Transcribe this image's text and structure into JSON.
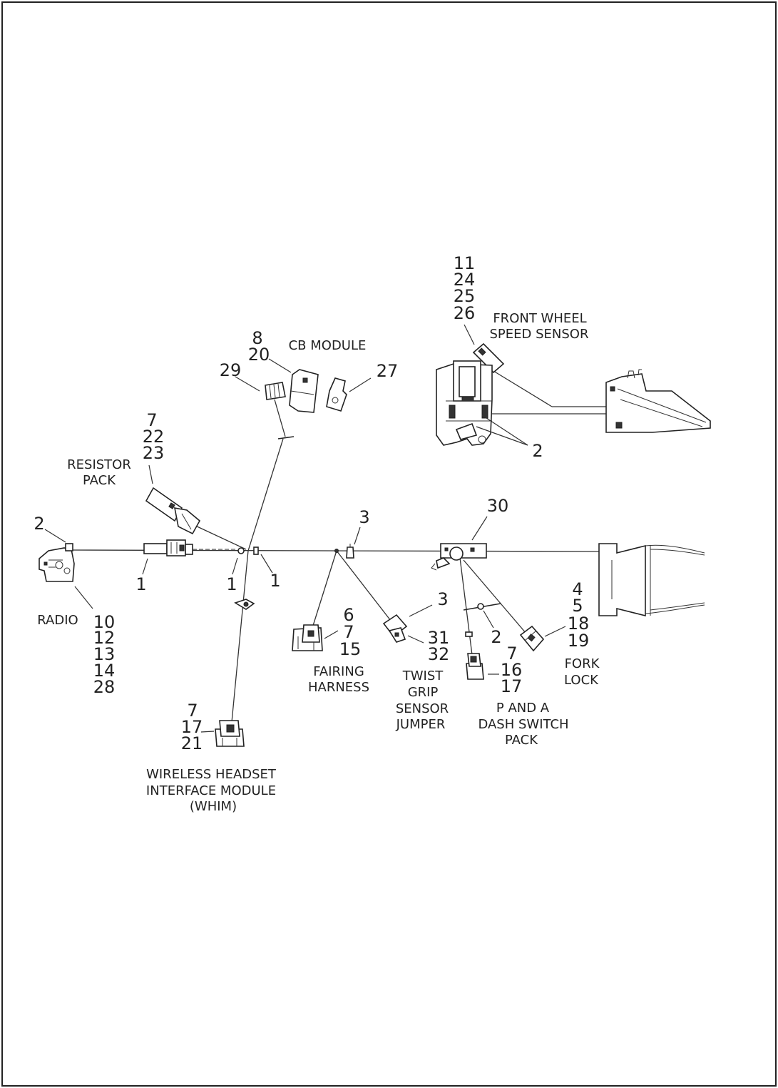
{
  "diagram": {
    "callouts": {
      "front_wheel_speed_sensor_nums": [
        "11",
        "24",
        "25",
        "26"
      ],
      "cb_module_nums": [
        "8",
        "20"
      ],
      "cb_left_num": "29",
      "cb_right_num": "27",
      "resistor_pack_nums": [
        "7",
        "22",
        "23"
      ],
      "radio_top_num": "2",
      "radio_nums": [
        "10",
        "12",
        "13",
        "14",
        "28"
      ],
      "clip_1a": "1",
      "clip_1b": "1",
      "clip_1c": "1",
      "clip_3_top": "3",
      "clip_3_twist": "3",
      "clip_30": "30",
      "sensor_2": "2",
      "fairing_harness_nums": [
        "6",
        "7",
        "15"
      ],
      "twist_grip_nums": [
        "31",
        "32"
      ],
      "strap_2": "2",
      "dash_switch_nums": [
        "7",
        "16",
        "17"
      ],
      "fork_lock_nums": [
        "4",
        "5",
        "18",
        "19"
      ],
      "whim_nums": [
        "7",
        "17",
        "21"
      ]
    },
    "labels": {
      "front_wheel_speed_sensor": [
        "FRONT WHEEL",
        "SPEED SENSOR"
      ],
      "cb_module": "CB MODULE",
      "resistor_pack": [
        "RESISTOR",
        "PACK"
      ],
      "radio": "RADIO",
      "fairing_harness": [
        "FAIRING",
        "HARNESS"
      ],
      "twist_grip_sensor_jumper": [
        "TWIST",
        "GRIP",
        "SENSOR",
        "JUMPER"
      ],
      "p_and_a_dash_switch_pack": [
        "P AND A",
        "DASH SWITCH",
        "PACK"
      ],
      "fork_lock": [
        "FORK",
        "LOCK"
      ],
      "whim": [
        "WIRELESS HEADSET",
        "INTERFACE MODULE",
        "(WHIM)"
      ]
    }
  }
}
